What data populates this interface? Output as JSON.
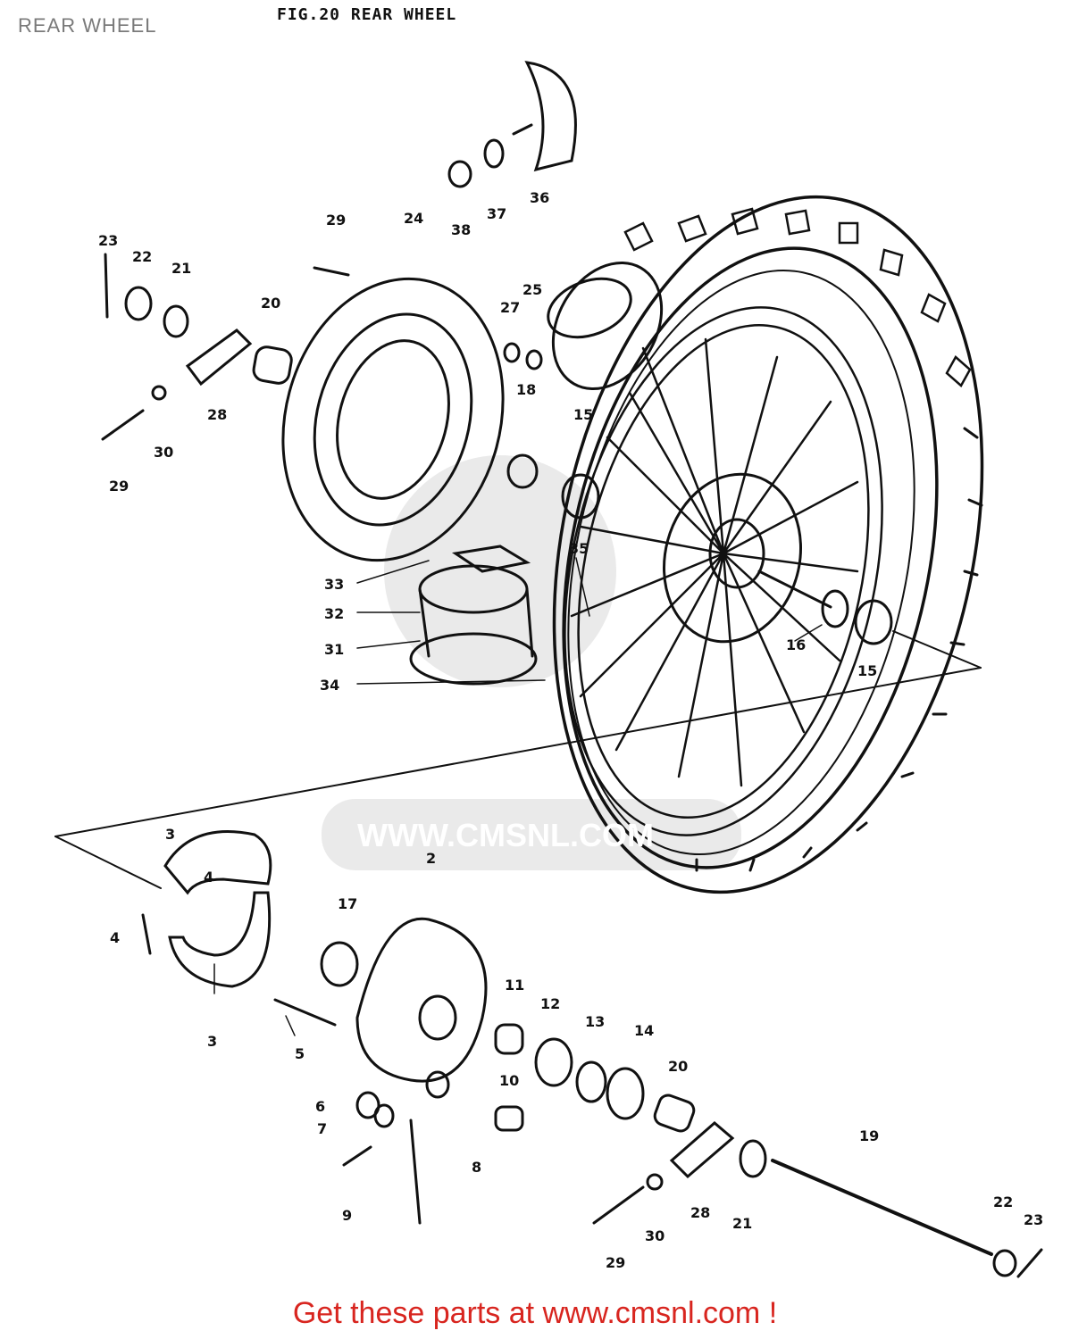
{
  "page": {
    "title": "REAR WHEEL",
    "fig_title": "FIG.20  REAR WHEEL",
    "watermark": "WWW.CMSNL.COM",
    "footer_link": "Get these parts at www.cmsnl.com !"
  },
  "callouts": [
    {
      "id": "c23a",
      "text": "23"
    },
    {
      "id": "c22a",
      "text": "22"
    },
    {
      "id": "c21a",
      "text": "21"
    },
    {
      "id": "c29a",
      "text": "29"
    },
    {
      "id": "c24",
      "text": "24"
    },
    {
      "id": "c20a",
      "text": "20"
    },
    {
      "id": "c28a",
      "text": "28"
    },
    {
      "id": "c30a",
      "text": "30"
    },
    {
      "id": "c29b",
      "text": "29"
    },
    {
      "id": "c27",
      "text": "27"
    },
    {
      "id": "c25",
      "text": "25"
    },
    {
      "id": "c18",
      "text": "18"
    },
    {
      "id": "c15a",
      "text": "15"
    },
    {
      "id": "c38",
      "text": "38"
    },
    {
      "id": "c37",
      "text": "37"
    },
    {
      "id": "c36",
      "text": "36"
    },
    {
      "id": "c35",
      "text": "35"
    },
    {
      "id": "c33",
      "text": "33"
    },
    {
      "id": "c32",
      "text": "32"
    },
    {
      "id": "c31",
      "text": "31"
    },
    {
      "id": "c34",
      "text": "34"
    },
    {
      "id": "c16",
      "text": "16"
    },
    {
      "id": "c15b",
      "text": "15"
    },
    {
      "id": "c3a",
      "text": "3"
    },
    {
      "id": "c4a",
      "text": "4"
    },
    {
      "id": "c4b",
      "text": "4"
    },
    {
      "id": "c3b",
      "text": "3"
    },
    {
      "id": "c17",
      "text": "17"
    },
    {
      "id": "c2",
      "text": "2"
    },
    {
      "id": "c5",
      "text": "5"
    },
    {
      "id": "c6",
      "text": "6"
    },
    {
      "id": "c7",
      "text": "7"
    },
    {
      "id": "c8",
      "text": "8"
    },
    {
      "id": "c9",
      "text": "9"
    },
    {
      "id": "c11",
      "text": "11"
    },
    {
      "id": "c10",
      "text": "10"
    },
    {
      "id": "c12",
      "text": "12"
    },
    {
      "id": "c13",
      "text": "13"
    },
    {
      "id": "c14",
      "text": "14"
    },
    {
      "id": "c20b",
      "text": "20"
    },
    {
      "id": "c28b",
      "text": "28"
    },
    {
      "id": "c21b",
      "text": "21"
    },
    {
      "id": "c19",
      "text": "19"
    },
    {
      "id": "c29c",
      "text": "29"
    },
    {
      "id": "c30b",
      "text": "30"
    },
    {
      "id": "c22b",
      "text": "22"
    },
    {
      "id": "c23b",
      "text": "23"
    }
  ]
}
